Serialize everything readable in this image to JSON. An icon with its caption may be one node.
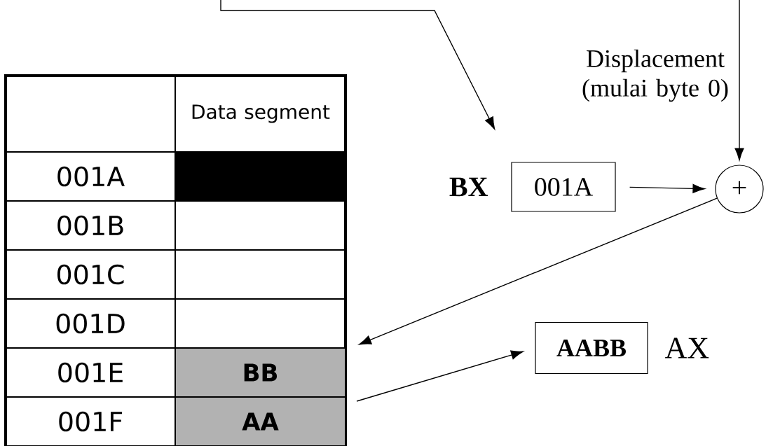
{
  "diagram": {
    "nodes": [
      {
        "text": [],
        "shape": "box"
      },
      {
        "text": [
          "001A"
        ],
        "beside": [
          "BX"
        ]
      },
      {
        "text": [
          "+"
        ]
      },
      {
        "text": [
          "AABB"
        ],
        "beside": [
          "AX"
        ]
      }
    ],
    "edges": [
      {
        "from": null,
        "to": 1,
        "arrow": "to"
      },
      {
        "from": null,
        "to": 2,
        "arrow": "to"
      },
      {
        "from": 1,
        "to": 2,
        "arrow": "to"
      },
      {
        "from": 2,
        "to": 0,
        "arrow": "to"
      },
      {
        "from": 0,
        "to": 3,
        "arrow": "to"
      }
    ],
    "labels": [
      "Displacement (mulai byte 0)",
      "Data segment",
      "001A",
      "001B",
      "001C",
      "001D",
      "001E",
      "001F",
      "BB",
      "AA"
    ]
  }
}
